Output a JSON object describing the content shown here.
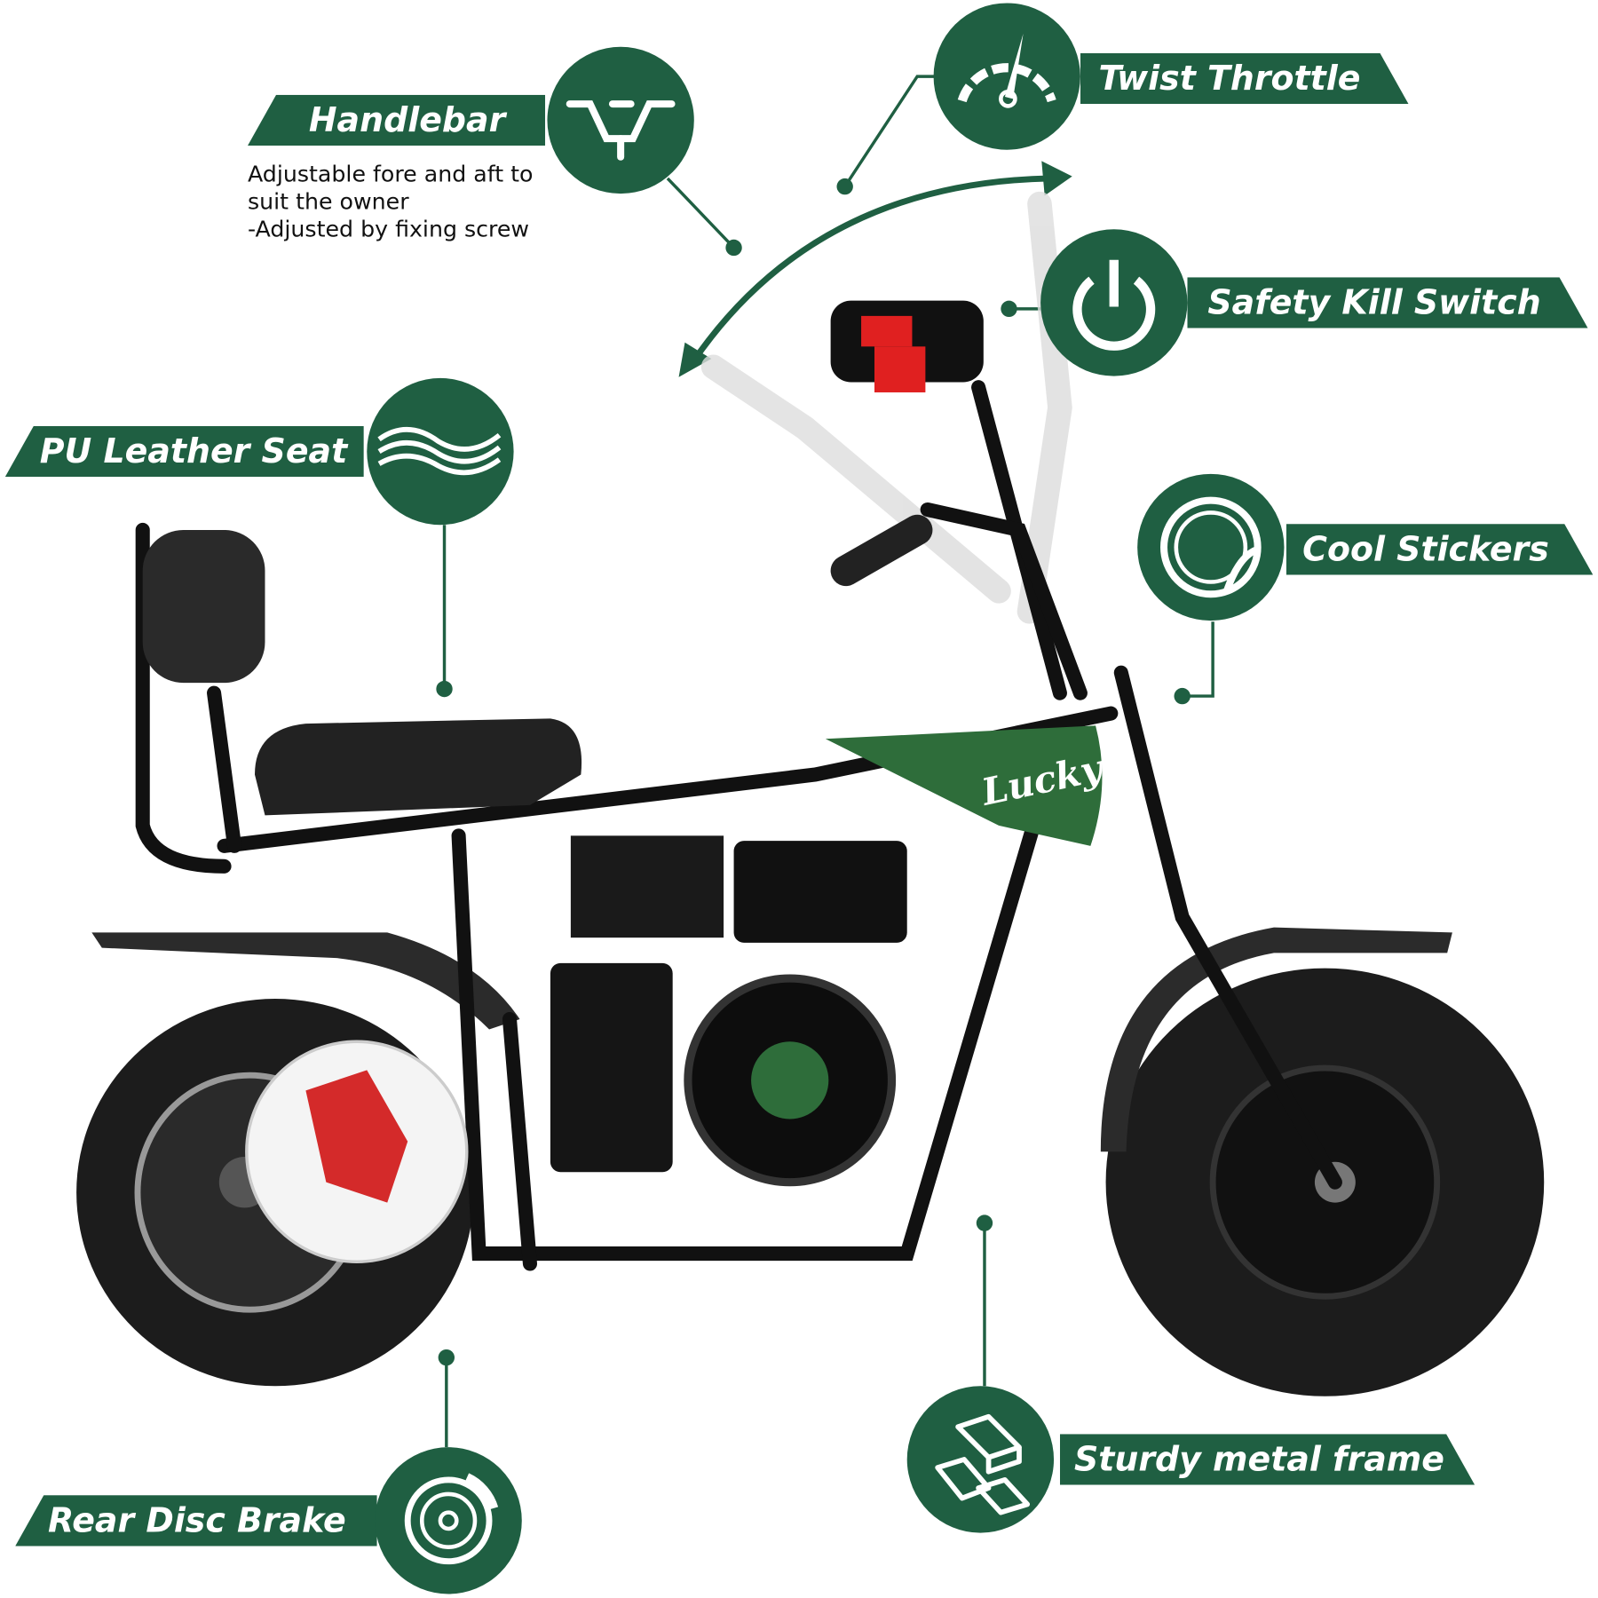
{
  "features": {
    "handlebar": {
      "title": "Handlebar",
      "description": [
        "Adjustable fore and aft to",
        "suit the owner",
        "-Adjusted by fixing screw"
      ],
      "icon": "handlebar-icon"
    },
    "twist_throttle": {
      "title": "Twist Throttle",
      "icon": "speedometer-icon"
    },
    "kill_switch": {
      "title": "Safety Kill Switch",
      "icon": "power-icon"
    },
    "stickers": {
      "title": "Cool Stickers",
      "icon": "sticker-icon"
    },
    "seat": {
      "title": "PU Leather Seat",
      "icon": "leather-icon"
    },
    "brake": {
      "title": "Rear Disc Brake",
      "icon": "disc-brake-icon"
    },
    "frame": {
      "title": "Sturdy metal frame",
      "icon": "metal-bars-icon"
    }
  },
  "decal_text": "Lucky",
  "colors": {
    "accent": "#1f5f42",
    "brake_caliper": "#d42a2a",
    "switch": "#e02020"
  }
}
